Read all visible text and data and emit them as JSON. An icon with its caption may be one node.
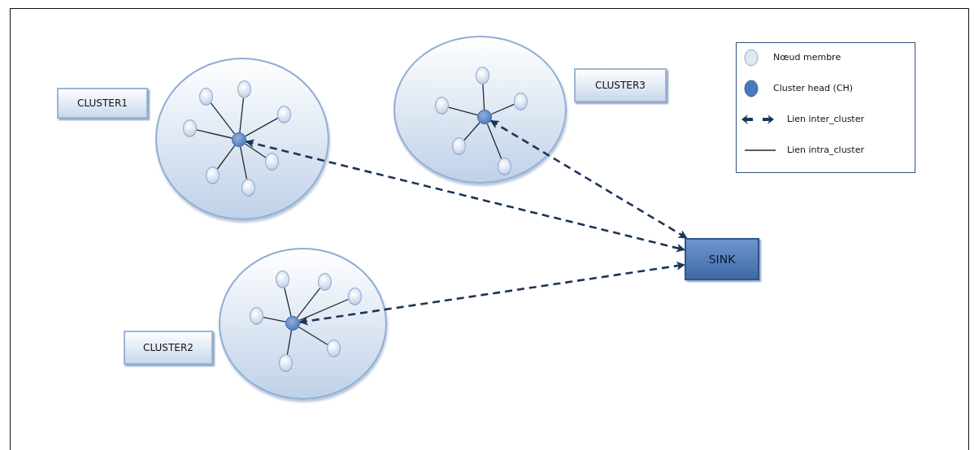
{
  "diagram": {
    "nodes": [
      {
        "text": [
          "CLUSTER1"
        ]
      },
      {
        "text": [],
        "shape": "circle"
      },
      {
        "text": [],
        "shape": "circle",
        "in": 1
      },
      {
        "text": [],
        "shape": "circle",
        "in": 1
      },
      {
        "text": [],
        "shape": "circle",
        "in": 1
      },
      {
        "text": [],
        "shape": "circle",
        "in": 1
      },
      {
        "text": [],
        "shape": "circle",
        "in": 1
      },
      {
        "text": [],
        "shape": "circle",
        "in": 1
      },
      {
        "text": [],
        "shape": "circle",
        "in": 1
      },
      {
        "text": [],
        "shape": "circle",
        "in": 1
      },
      {
        "text": [
          "CLUSTER3"
        ]
      },
      {
        "text": [],
        "shape": "circle"
      },
      {
        "text": [],
        "shape": "circle",
        "in": 11
      },
      {
        "text": [],
        "shape": "circle",
        "in": 11
      },
      {
        "text": [],
        "shape": "circle",
        "in": 11
      },
      {
        "text": [],
        "shape": "circle",
        "in": 11
      },
      {
        "text": [],
        "shape": "circle",
        "in": 11
      },
      {
        "text": [],
        "shape": "circle",
        "in": 11
      },
      {
        "text": [
          "CLUSTER2"
        ]
      },
      {
        "text": [],
        "shape": "circle"
      },
      {
        "text": [],
        "shape": "circle",
        "in": 19
      },
      {
        "text": [],
        "shape": "circle",
        "in": 19
      },
      {
        "text": [],
        "shape": "circle",
        "in": 19
      },
      {
        "text": [],
        "shape": "circle",
        "in": 19
      },
      {
        "text": [],
        "shape": "circle",
        "in": 19
      },
      {
        "text": [],
        "shape": "circle",
        "in": 19
      },
      {
        "text": [],
        "shape": "circle",
        "in": 19
      },
      {
        "text": [
          "SINK"
        ]
      }
    ],
    "edges": [
      {
        "from": 2,
        "to": 3,
        "arrow": "none"
      },
      {
        "from": 2,
        "to": 4,
        "arrow": "none"
      },
      {
        "from": 2,
        "to": 5,
        "arrow": "none"
      },
      {
        "from": 2,
        "to": 6,
        "arrow": "none"
      },
      {
        "from": 2,
        "to": 7,
        "arrow": "none"
      },
      {
        "from": 2,
        "to": 8,
        "arrow": "none"
      },
      {
        "from": 2,
        "to": 9,
        "arrow": "none"
      },
      {
        "from": 12,
        "to": 13,
        "arrow": "none"
      },
      {
        "from": 12,
        "to": 14,
        "arrow": "none"
      },
      {
        "from": 12,
        "to": 15,
        "arrow": "none"
      },
      {
        "from": 12,
        "to": 16,
        "arrow": "none"
      },
      {
        "from": 12,
        "to": 17,
        "arrow": "none"
      },
      {
        "from": 20,
        "to": 21,
        "arrow": "none"
      },
      {
        "from": 20,
        "to": 22,
        "arrow": "none"
      },
      {
        "from": 20,
        "to": 23,
        "arrow": "none"
      },
      {
        "from": 20,
        "to": 24,
        "arrow": "none"
      },
      {
        "from": 20,
        "to": 25,
        "arrow": "none"
      },
      {
        "from": 20,
        "to": 26,
        "arrow": "none"
      },
      {
        "from": 2,
        "to": 27,
        "arrow": "both",
        "style": "dashed"
      },
      {
        "from": 12,
        "to": 27,
        "arrow": "both",
        "style": "dashed"
      },
      {
        "from": 20,
        "to": 27,
        "arrow": "both",
        "style": "dashed"
      }
    ],
    "legend": [
      {
        "text": "Nœud membre"
      },
      {
        "text": "Cluster head (CH)"
      },
      {
        "text": "Lien inter_cluster"
      },
      {
        "text": "Lien intra_cluster"
      }
    ]
  }
}
